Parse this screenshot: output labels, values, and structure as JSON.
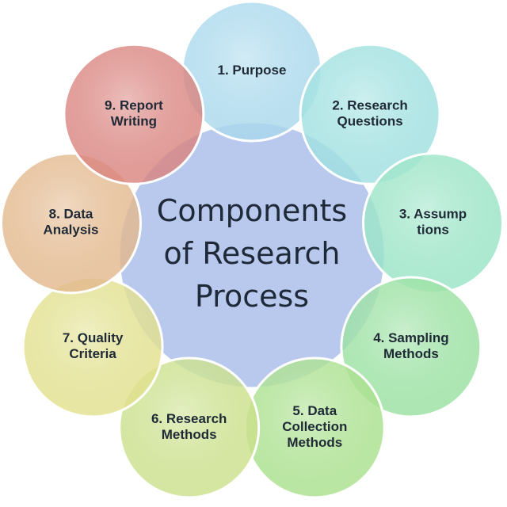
{
  "center": {
    "lines": [
      "Components",
      "of Research",
      "Process"
    ],
    "fill": "#b9c9ee",
    "stroke": "#ffffff"
  },
  "components": [
    {
      "lines": [
        "1. Purpose"
      ],
      "color": "#a9d8ec"
    },
    {
      "lines": [
        "2. Research",
        "Questions"
      ],
      "color": "#9fe0e0"
    },
    {
      "lines": [
        "3. Assump",
        "tions"
      ],
      "color": "#98e4c6"
    },
    {
      "lines": [
        "4. Sampling",
        "Methods"
      ],
      "color": "#98e0a0"
    },
    {
      "lines": [
        "5. Data",
        "Collection",
        "Methods"
      ],
      "color": "#a9e08c"
    },
    {
      "lines": [
        "6. Research",
        "Methods"
      ],
      "color": "#c9e08a"
    },
    {
      "lines": [
        "7. Quality",
        "Criteria"
      ],
      "color": "#e1e08c"
    },
    {
      "lines": [
        "8. Data",
        "Analysis"
      ],
      "color": "#e2b88c"
    },
    {
      "lines": [
        "9. Report",
        "Writing"
      ],
      "color": "#d9837e"
    }
  ]
}
